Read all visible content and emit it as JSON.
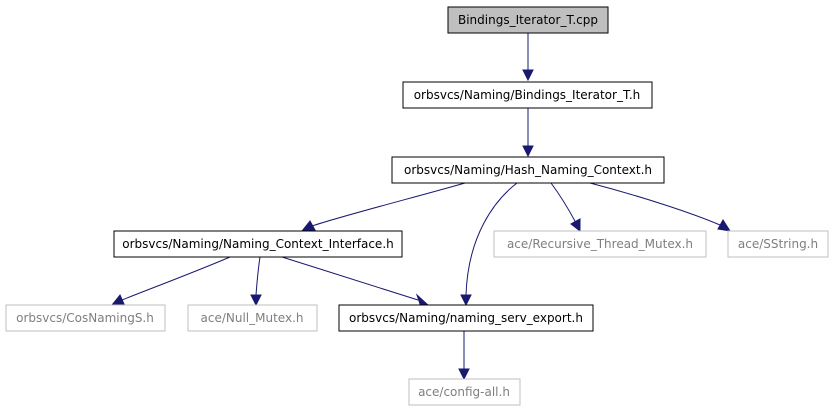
{
  "diagram": {
    "colors": {
      "edge": "#191970",
      "root_fill": "#bfbfbf",
      "node_border": "#000000",
      "external_border": "#bfbfbf",
      "external_text": "#7f7f7f"
    },
    "nodes": {
      "bindings_iterator_cpp": "Bindings_Iterator_T.cpp",
      "bindings_iterator_h": "orbsvcs/Naming/Bindings_Iterator_T.h",
      "hash_naming_context_h": "orbsvcs/Naming/Hash_Naming_Context.h",
      "naming_context_interface_h": "orbsvcs/Naming/Naming_Context_Interface.h",
      "recursive_thread_mutex_h": "ace/Recursive_Thread_Mutex.h",
      "sstring_h": "ace/SString.h",
      "cosnamings_h": "orbsvcs/CosNamingS.h",
      "null_mutex_h": "ace/Null_Mutex.h",
      "naming_serv_export_h": "orbsvcs/Naming/naming_serv_export.h",
      "config_all_h": "ace/config-all.h"
    }
  }
}
